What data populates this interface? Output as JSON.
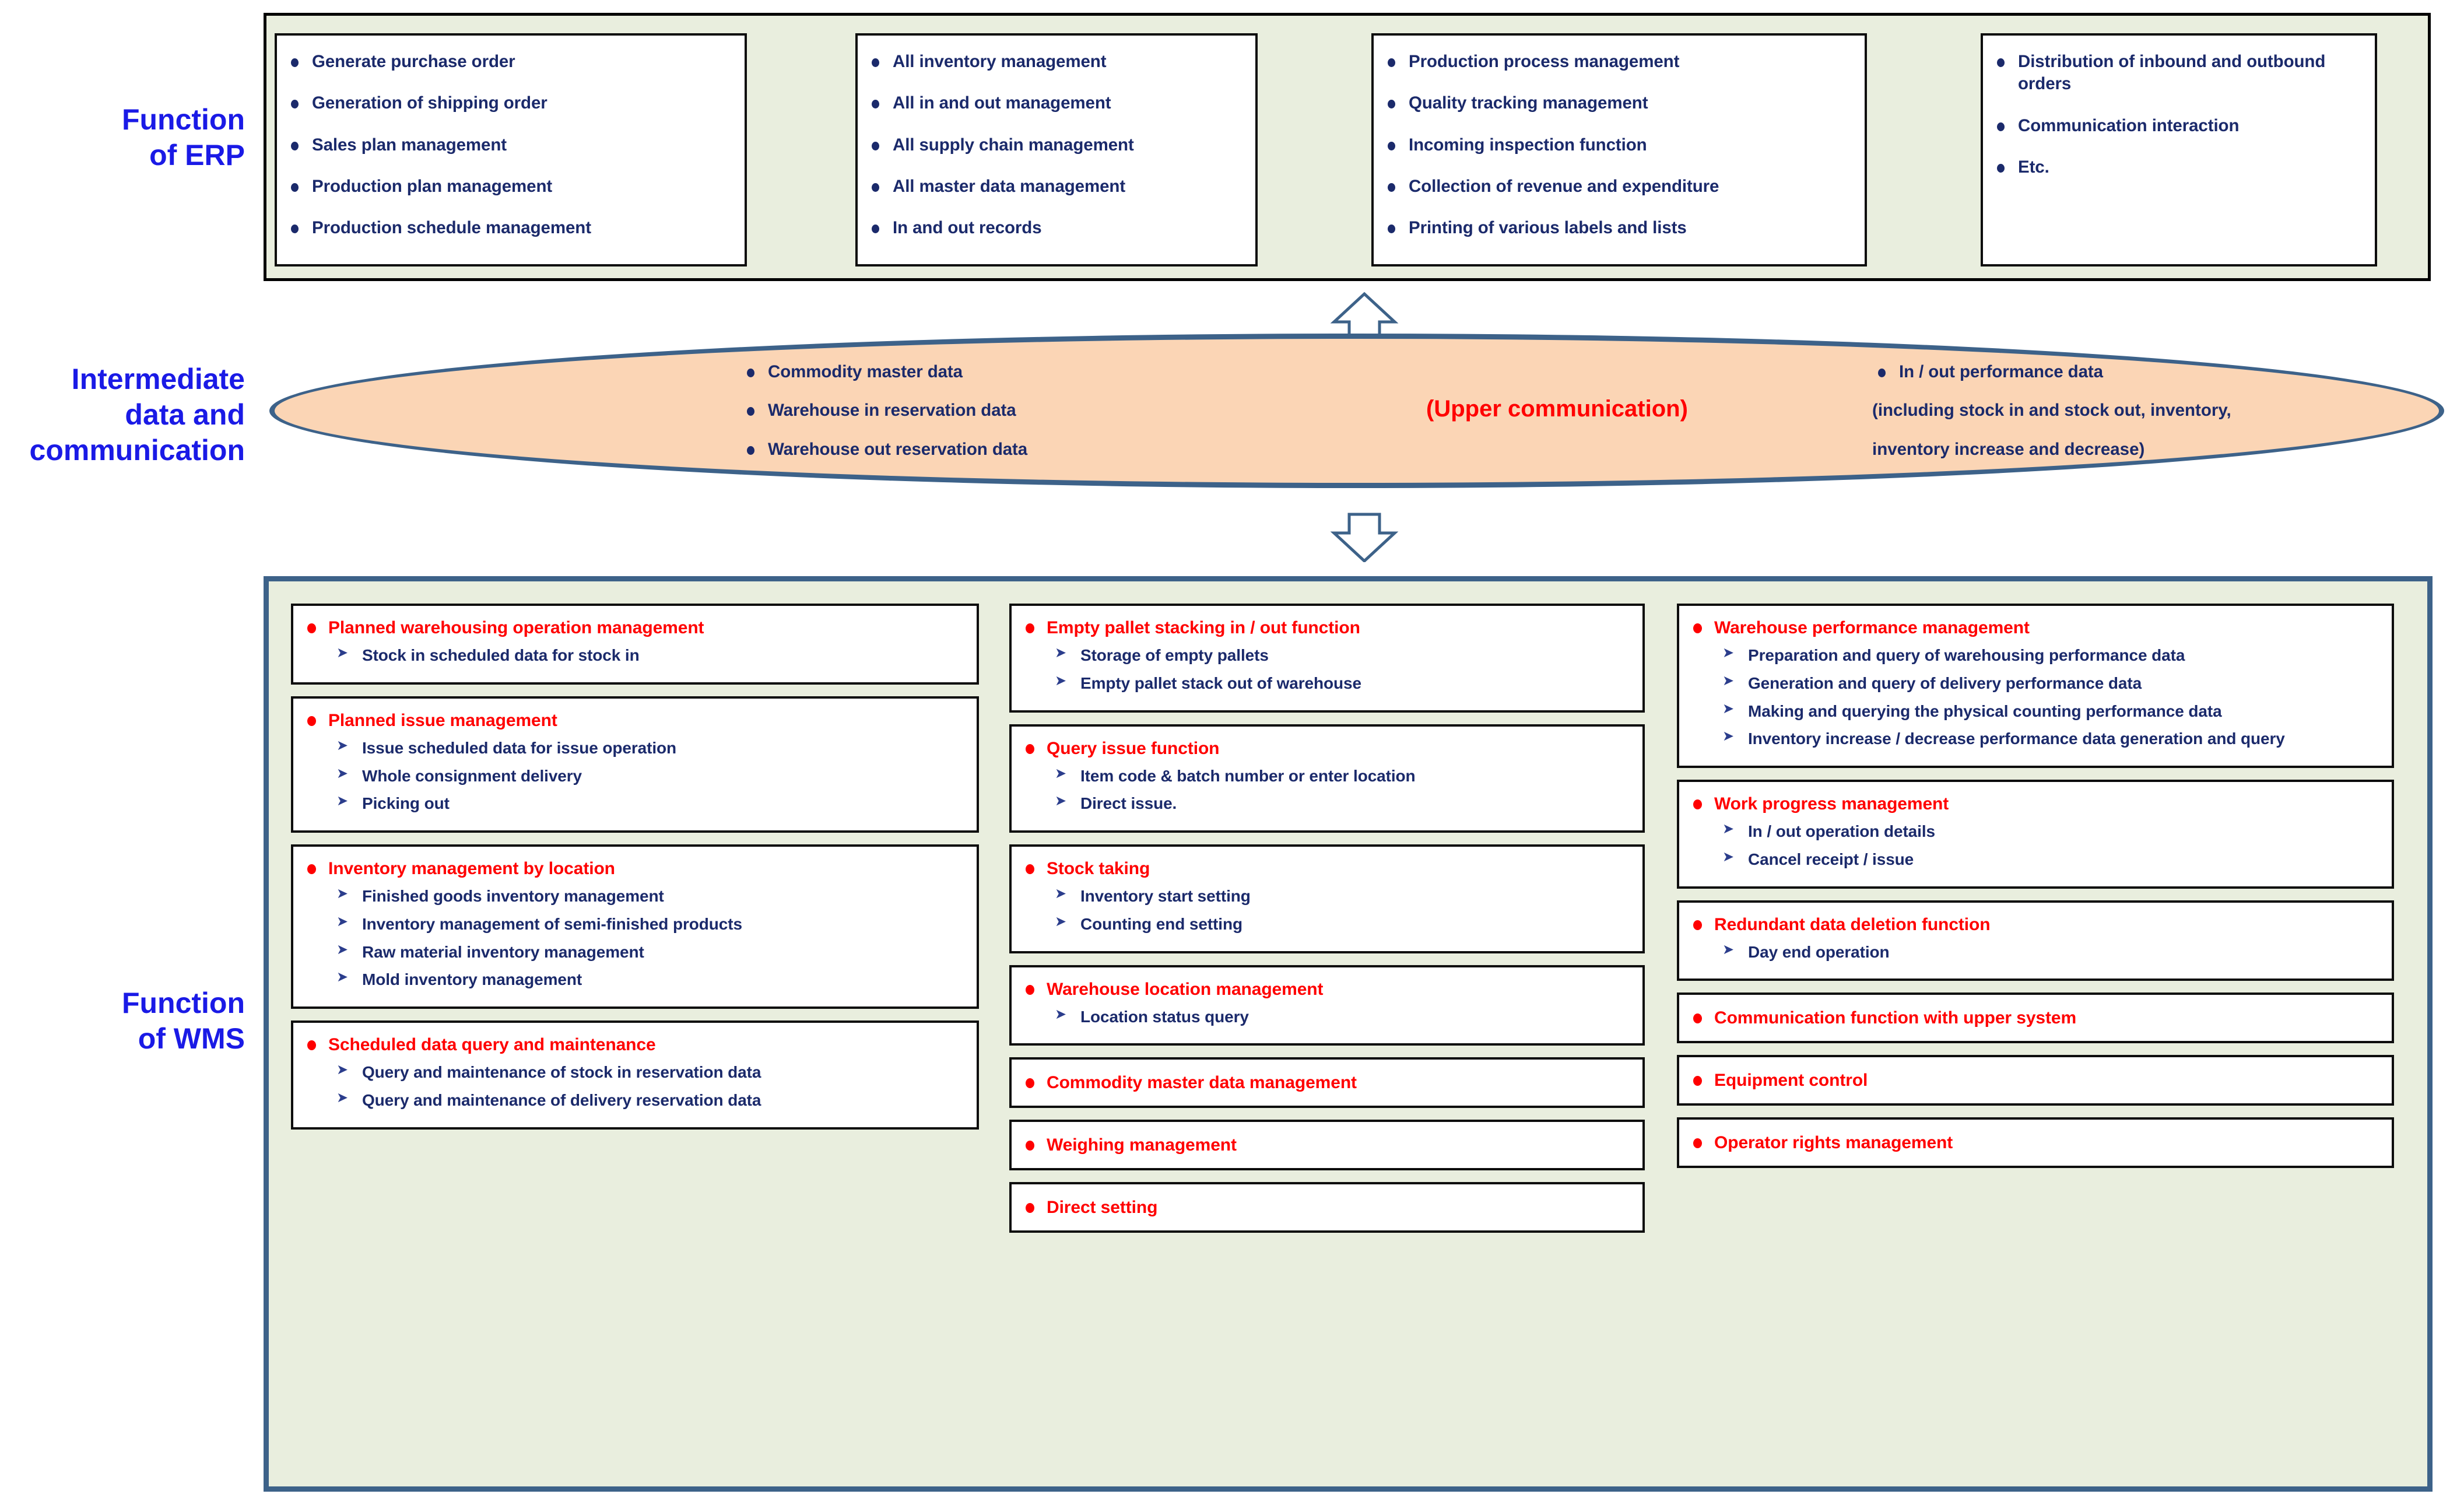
{
  "erp": {
    "label": "Function\nof ERP",
    "columns": [
      {
        "items": [
          "Generate purchase order",
          "Generation of shipping order",
          "Sales plan management",
          "Production plan management",
          "Production schedule management"
        ]
      },
      {
        "items": [
          "All inventory management",
          "All in and out management",
          "All supply chain management",
          "All master data management",
          "In and out records"
        ]
      },
      {
        "items": [
          "Production process management",
          "Quality tracking management",
          "Incoming inspection function",
          " Collection of revenue and expenditure",
          "Printing of various labels and lists"
        ]
      },
      {
        "items": [
          "Distribution of inbound and outbound orders",
          "Communication interaction",
          "Etc."
        ]
      }
    ]
  },
  "middle": {
    "label": "Intermediate\ndata and\ncommunication",
    "title": "(Upper communication)",
    "left_items": [
      "Commodity master data",
      "Warehouse in reservation data",
      "Warehouse out reservation data"
    ],
    "right_items": [
      "In / out performance data"
    ],
    "right_notes": [
      "(including stock in and stock out, inventory,",
      "inventory increase and decrease)"
    ]
  },
  "wms": {
    "label": "Function\nof WMS",
    "columns": [
      {
        "cards": [
          {
            "heading": "Planned warehousing operation management",
            "subitems": [
              "Stock in scheduled data for stock in"
            ]
          },
          {
            "heading": "Planned issue management",
            "subitems": [
              "Issue scheduled data for issue operation",
              "Whole consignment delivery",
              " Picking out"
            ]
          },
          {
            "heading": "Inventory management by location",
            "subitems": [
              "Finished goods inventory management",
              "Inventory management of semi-finished products",
              "Raw material inventory management",
              "Mold inventory management"
            ]
          },
          {
            "heading": "Scheduled data query and maintenance",
            "subitems": [
              "Query and maintenance of stock in reservation data",
              "Query and maintenance of delivery reservation data"
            ]
          }
        ]
      },
      {
        "cards": [
          {
            "heading": "Empty pallet stacking in / out function",
            "subitems": [
              "Storage of empty pallets",
              "Empty pallet stack out of warehouse"
            ]
          },
          {
            "heading": "Query issue function",
            "subitems": [
              "Item code & batch number or enter location",
              "Direct issue."
            ]
          },
          {
            "heading": "Stock taking",
            "subitems": [
              "Inventory start setting",
              "Counting end setting"
            ]
          },
          {
            "heading": "Warehouse location management",
            "subitems": [
              "Location status query"
            ]
          },
          {
            "heading": "Commodity master data management",
            "subitems": []
          },
          {
            "heading": "Weighing management",
            "subitems": []
          },
          {
            "heading": "Direct setting",
            "subitems": []
          }
        ]
      },
      {
        "cards": [
          {
            "heading": "Warehouse performance management",
            "subitems": [
              "Preparation and query of warehousing performance data",
              "Generation and query of delivery performance data",
              "Making and querying the physical counting performance data",
              "Inventory increase / decrease performance data generation and query"
            ]
          },
          {
            "heading": "Work progress management",
            "subitems": [
              "In / out operation details",
              "Cancel receipt / issue"
            ]
          },
          {
            "heading": "Redundant data deletion function",
            "subitems": [
              "Day end operation"
            ]
          },
          {
            "heading": "Communication function with upper system",
            "subitems": []
          },
          {
            "heading": "Equipment control",
            "subitems": []
          },
          {
            "heading": "Operator rights management",
            "subitems": []
          }
        ]
      }
    ]
  },
  "colors": {
    "heading_red": "#ff0000",
    "body_navy": "#1b2a6b",
    "label_blue": "#1a1ae6",
    "panel_bg": "#e9eede",
    "ellipse_fill": "#fbd5b5",
    "ellipse_stroke": "#3d6289"
  },
  "icons": {
    "arrow_up": "arrow-up-icon",
    "arrow_down": "arrow-down-icon"
  }
}
